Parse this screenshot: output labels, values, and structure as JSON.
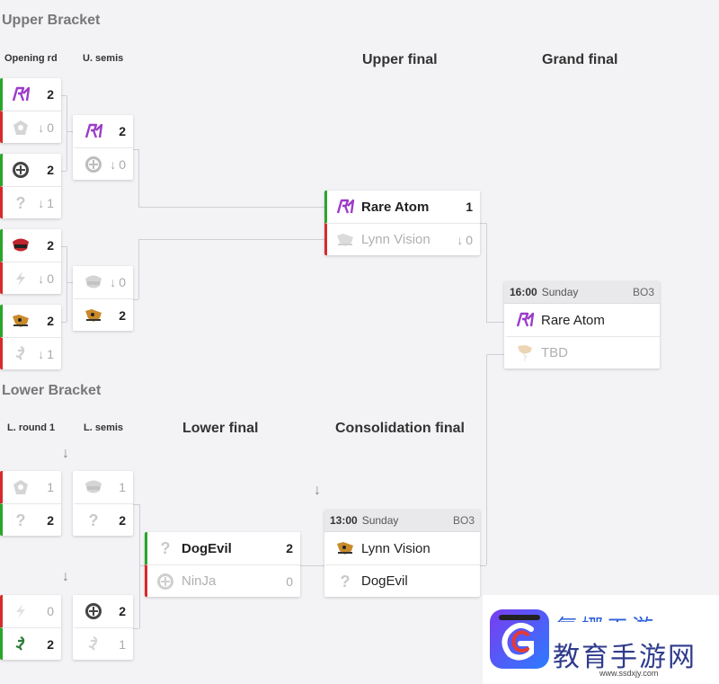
{
  "sections": {
    "upper": "Upper Bracket",
    "lower": "Lower Bracket"
  },
  "columns": {
    "opening": "Opening rd",
    "usemis": "U. semis",
    "ufinal": "Upper final",
    "gfinal": "Grand final",
    "lround1": "L. round 1",
    "lsemis": "L. semis",
    "lfinal": "Lower final",
    "consol": "Consolidation final"
  },
  "matches": {
    "o1": {
      "a": {
        "name": "",
        "score": "2"
      },
      "b": {
        "name": "",
        "score": "0"
      }
    },
    "o2": {
      "a": {
        "name": "",
        "score": "2"
      },
      "b": {
        "name": "",
        "score": "1"
      }
    },
    "o3": {
      "a": {
        "name": "",
        "score": "2"
      },
      "b": {
        "name": "",
        "score": "0"
      }
    },
    "o4": {
      "a": {
        "name": "",
        "score": "2"
      },
      "b": {
        "name": "",
        "score": "1"
      }
    },
    "us1": {
      "a": {
        "name": "",
        "score": "2"
      },
      "b": {
        "name": "",
        "score": "0"
      }
    },
    "us2": {
      "a": {
        "name": "",
        "score": "0"
      },
      "b": {
        "name": "",
        "score": "2"
      }
    },
    "uf": {
      "a": {
        "name": "Rare Atom",
        "score": "1"
      },
      "b": {
        "name": "Lynn Vision",
        "score": "0"
      }
    },
    "gf": {
      "time": "16:00",
      "day": "Sunday",
      "bo": "BO3",
      "a": {
        "name": "Rare Atom"
      },
      "b": {
        "name": "TBD"
      }
    },
    "lr1": {
      "a": {
        "score": "1"
      },
      "b": {
        "score": "2"
      }
    },
    "lr2": {
      "a": {
        "score": "0"
      },
      "b": {
        "score": "2"
      }
    },
    "ls1": {
      "a": {
        "score": "1"
      },
      "b": {
        "score": "2"
      }
    },
    "ls2": {
      "a": {
        "score": "2"
      },
      "b": {
        "score": "1"
      }
    },
    "lf": {
      "a": {
        "name": "DogEvil",
        "score": "2"
      },
      "b": {
        "name": "NinJa",
        "score": "0"
      }
    },
    "cf": {
      "time": "13:00",
      "day": "Sunday",
      "bo": "BO3",
      "a": {
        "name": "Lynn Vision"
      },
      "b": {
        "name": "DogEvil"
      }
    }
  },
  "watermark": {
    "top": "复娜工游",
    "main": "教育手游网",
    "url": "www.ssdxjy.com"
  },
  "colors": {
    "win": "#2aa52a",
    "lose": "#d62b2b",
    "rareatom": "#9b3cc9"
  }
}
